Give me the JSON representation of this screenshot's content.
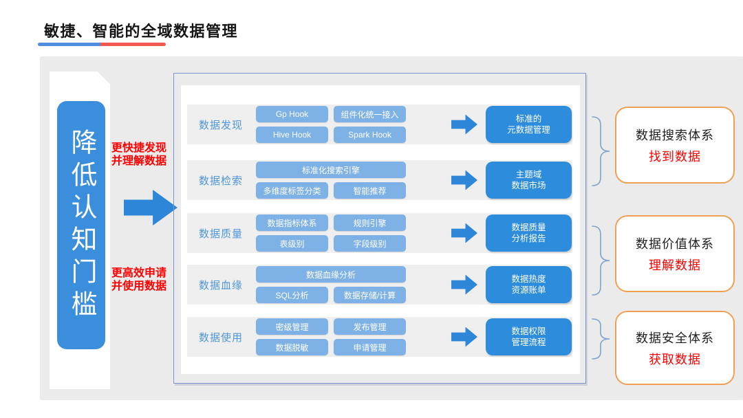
{
  "title": "敏捷、智能的全域数据管理",
  "left": {
    "goal": "降低认知门槛",
    "note_top": "更快捷发现\n并理解数据",
    "note_bottom": "更高效申请\n并使用数据"
  },
  "rows": [
    {
      "label": "数据发现",
      "chips": [
        "Gp Hook",
        "组件化统一接入",
        "Hive Hook",
        "Spark Hook"
      ],
      "result": "标准的\n元数据管理"
    },
    {
      "label": "数据检索",
      "wide": "标准化搜索引擎",
      "chips": [
        "多维度标签分类",
        "智能推荐"
      ],
      "result": "主题域\n数据市场"
    },
    {
      "label": "数据质量",
      "chips": [
        "数据指标体系",
        "规则引擎",
        "表级别",
        "字段级别"
      ],
      "result": "数据质量\n分析报告"
    },
    {
      "label": "数据血缘",
      "wide": "数据血缘分析",
      "chips": [
        "SQL分析",
        "数据存储/计算"
      ],
      "result": "数据热度\n资源账单"
    },
    {
      "label": "数据使用",
      "chips": [
        "密级管理",
        "发布管理",
        "数据脱敏",
        "申请管理"
      ],
      "result": "数据权限\n管理流程"
    }
  ],
  "outcomes": [
    {
      "title": "数据搜索体系",
      "subtitle": "找到数据"
    },
    {
      "title": "数据价值体系",
      "subtitle": "理解数据"
    },
    {
      "title": "数据安全体系",
      "subtitle": "获取数据"
    }
  ],
  "colors": {
    "accent_blue": "#2E86D9",
    "chip_blue": "#7EB1E5",
    "result_blue": "#2D8CDC",
    "label_blue": "#4E96DB",
    "panel_border_blue": "#7A93C8",
    "brace_blue": "#7FA3CF",
    "outcome_orange": "#F0A052",
    "highlight_red": "#FF0000",
    "underline_blue": "#4E8EE0",
    "underline_red": "#F2594E",
    "background_gray": "#EBEBEB",
    "row_gray": "#EFEFEF"
  }
}
